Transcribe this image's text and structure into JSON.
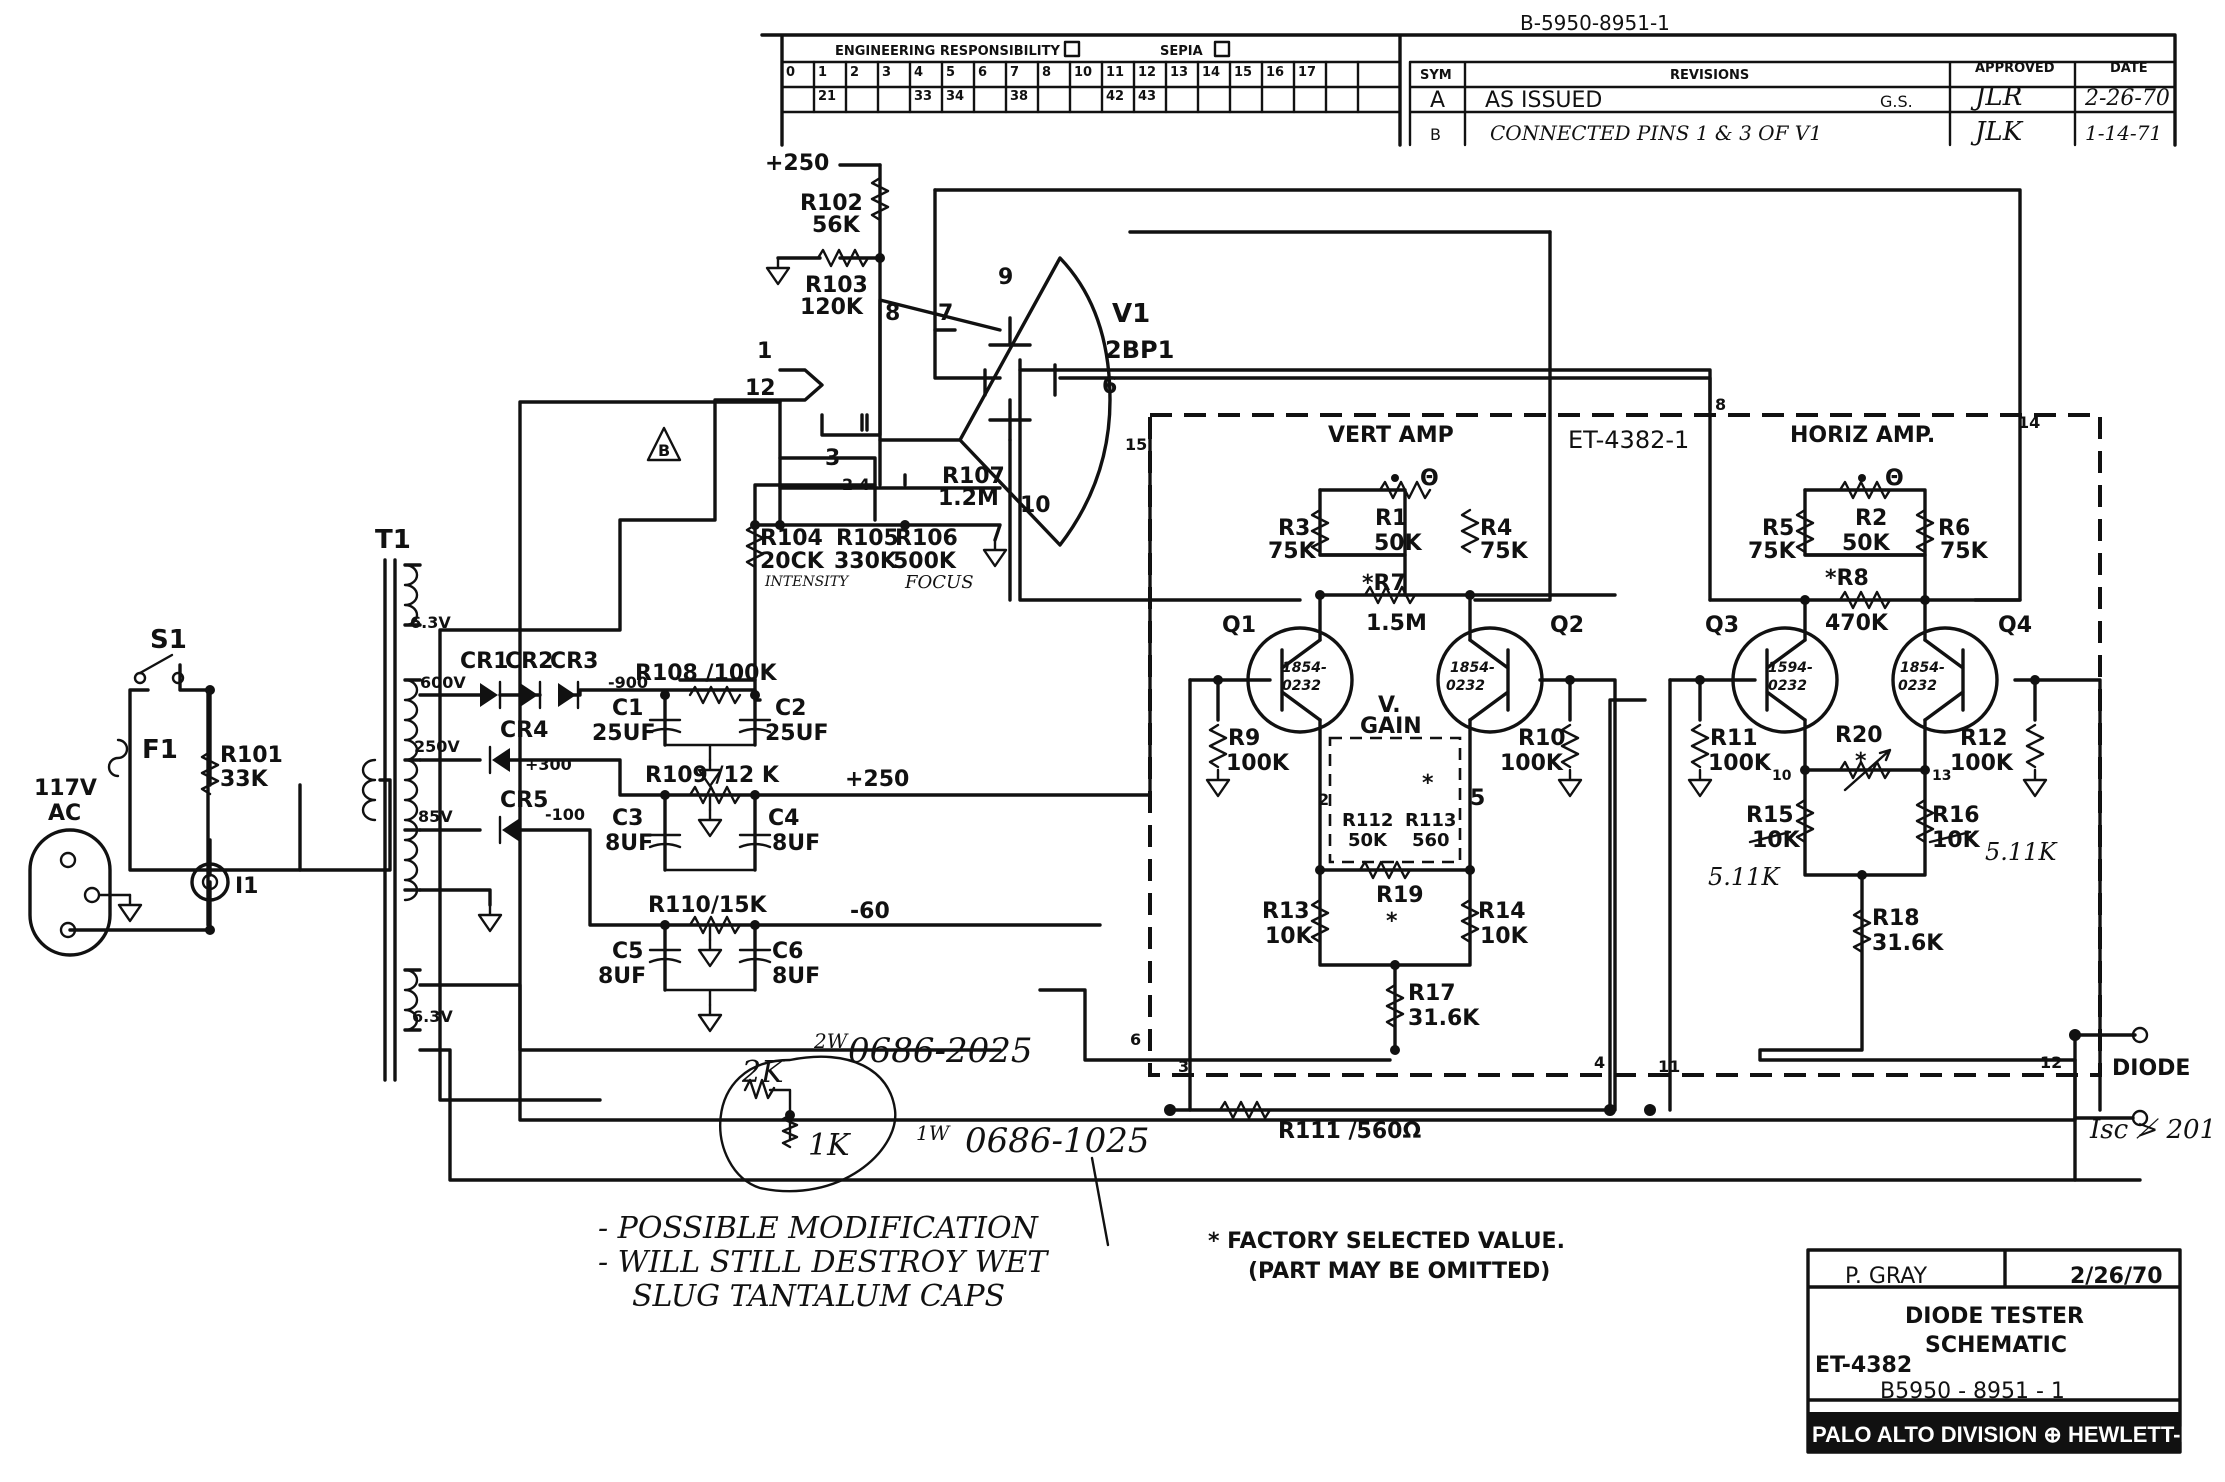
{
  "title_block": {
    "drawn_by": "P. GRAY",
    "date": "2/26/70",
    "title_line1": "DIODE TESTER",
    "title_line2": "SCHEMATIC",
    "model": "ET-4382",
    "drawing_number": "B5950 - 8951 - 1",
    "company": "PALO ALTO DIVISION ⊕ HEWLETT-PACKARD C"
  },
  "header": {
    "eng_resp_label": "ENGINEERING RESPONSIBILITY",
    "sepia_label": "SEPIA",
    "top_doc_number": "B-5950-8951-1",
    "row1_numbers": [
      "0",
      "1",
      "2",
      "3",
      "4",
      "5",
      "6",
      "7",
      "8",
      "10",
      "11",
      "12",
      "13",
      "14",
      "15",
      "16",
      "17"
    ],
    "row2_numbers": [
      "21",
      "33",
      "34",
      "38",
      "42",
      "43"
    ],
    "sym_header": "SYM",
    "revisions_header": "REVISIONS",
    "approved_header": "APPROVED",
    "date_header": "DATE",
    "revisions": [
      {
        "sym": "A",
        "text": "AS ISSUED",
        "init": "G.S.",
        "approved": "JLR",
        "date": "2-26-70"
      },
      {
        "sym": "B",
        "text": "CONNECTED PINS 1 & 3 OF V1",
        "init": "",
        "approved": "JLK",
        "date": "1-14-71"
      }
    ]
  },
  "labels": {
    "plus250_top": "+250",
    "r102": "R102",
    "r102_val": "56K",
    "r103": "R103",
    "r103_val": "120K",
    "pin1": "1",
    "pin12": "12",
    "pin8": "8",
    "pin7": "7",
    "pin9": "9",
    "pin3": "3",
    "pin24": "2 4",
    "pin6": "6",
    "pin10": "10",
    "pin8b": "8",
    "v1": "V1",
    "v1_type": "2BP1",
    "rev_b": "B",
    "r104": "R104",
    "r104_val": "20CK",
    "r104_fn": "INTENSITY",
    "r105": "R105",
    "r105_val": "330K",
    "r106": "R106",
    "r106_val": "500K",
    "r106_fn": "FOCUS",
    "r107": "R107",
    "r107_val": "1.2M",
    "t1": "T1",
    "s1": "S1",
    "f1": "F1",
    "ac1": "117V",
    "ac2": "AC",
    "r101": "R101",
    "r101_val": "33K",
    "i1": "I1",
    "tap63a": "6.3V",
    "tap600": "600V",
    "tap250": "250V",
    "tap85": "85V",
    "tap63b": "6.3V",
    "cr1": "CR1",
    "cr2": "CR2",
    "cr3": "CR3",
    "cr4": "CR4",
    "cr5": "CR5",
    "m900": "-900",
    "p300": "+300",
    "m100": "-100",
    "r108": "R108 /100K",
    "c1": "C1",
    "c1_val": "25UF",
    "c2": "C2",
    "c2_val": "25UF",
    "r109": "R109 /12 K",
    "p250": "+250",
    "c3": "C3",
    "c3_val": "8UF",
    "c4": "C4",
    "c4_val": "8UF",
    "r110": "R110/15K",
    "m60": "-60",
    "c5": "C5",
    "c5_val": "8UF",
    "c6": "C6",
    "c6_val": "8UF",
    "vert_amp": "VERT AMP",
    "board": "ET-4382-1",
    "horiz_amp": "HORIZ  AMP.",
    "n15": "15",
    "n14": "14",
    "r1": "R1",
    "r1_val": "50K",
    "r2": "R2",
    "r2_val": "50K",
    "theta": "Θ",
    "r3": "R3",
    "r3_val": "75K",
    "r4": "R4",
    "r4_val": "75K",
    "r5": "R5",
    "r5_val": "75K",
    "r6": "R6",
    "r6_val": "75K",
    "r7": "*R7",
    "r7_val": "1.5M",
    "r8": "*R8",
    "r8_val": "470K",
    "q1": "Q1",
    "q2": "Q2",
    "q3": "Q3",
    "q4": "Q4",
    "q_part1": "1854-",
    "q_part2": "0232",
    "q3_part1": "1594-",
    "r9": "R9",
    "r9_val": "100K",
    "r10": "R10",
    "r10_val": "100K",
    "r11": "R11",
    "r11_val": "100K",
    "r12": "R12",
    "r12_val": "100K",
    "v_gain1": "V.",
    "v_gain2": "GAIN",
    "r112": "R112",
    "r112_val": "50K",
    "r113": "R113",
    "r113_val": "560",
    "star": "*",
    "n2": "2",
    "n5": "5",
    "r19": "R19",
    "r13": "R13",
    "r13_val": "10K",
    "r14": "R14",
    "r14_val": "10K",
    "r17": "R17",
    "r17_val": "31.6K",
    "r20": "R20",
    "n10": "10",
    "n13": "13",
    "r15": "R15",
    "r15_val": "10K",
    "r15_mod": "5.11K",
    "r16": "R16",
    "r16_val": "10K",
    "r16_mod": "5.11K",
    "r18": "R18",
    "r18_val": "31.6K",
    "n6": "6",
    "n3": "3",
    "n4": "4",
    "n11": "11",
    "n12": "12",
    "diode": "DIODE",
    "isc": "Isc ≯ 201",
    "r111": "R111 /560Ω",
    "hw_2w": "2W",
    "hw_part_a": "0686-2025",
    "hw_2k": "2K",
    "hw_1k": "1K",
    "hw_1w": "1W",
    "hw_part_b": "0686-1025",
    "note_mod": "- POSSIBLE  MODIFICATION",
    "note_destroy": "- WILL  STILL  DESTROY  WET",
    "note_caps": "SLUG  TANTALUM  CAPS",
    "factory1": "*  FACTORY SELECTED VALUE.",
    "factory2": "(PART MAY BE OMITTED)"
  }
}
